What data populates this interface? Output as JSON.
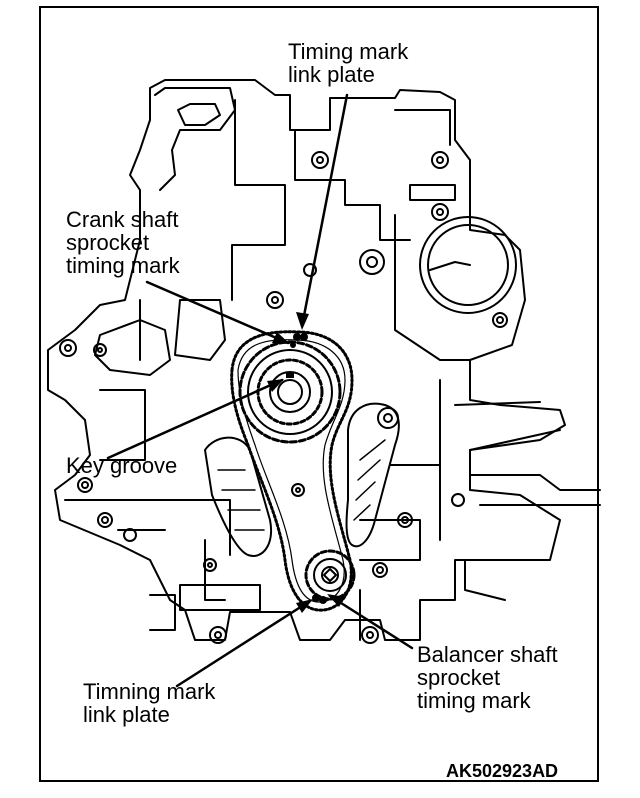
{
  "labels": {
    "timing_mark_top": "Timing mark\nlink plate",
    "crank_shaft": "Crank shaft\nsprocket\ntiming mark",
    "key_groove": "Key groove",
    "timing_mark_bottom": "Timning mark\nlink plate",
    "balancer_shaft": "Balancer shaft\nsprocket\ntiming mark",
    "figure_code": "AK502923AD"
  },
  "colors": {
    "line": "#000000",
    "background": "#ffffff"
  }
}
